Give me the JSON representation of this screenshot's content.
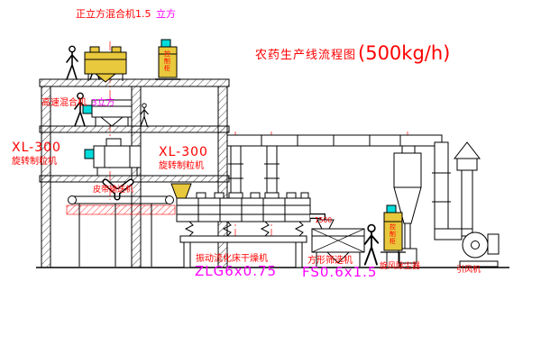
{
  "title": {
    "name": "农药生产线流程图",
    "capacity": "(500kg/h)"
  },
  "labels": {
    "top_mixer": {
      "red": "正立方混合机1.5",
      "magenta": "立方"
    },
    "high_speed_mixer": {
      "red": "高速混合机",
      "magenta": "3立方"
    },
    "granulator_left": {
      "model": "XL-300",
      "name": "旋转制粒机"
    },
    "granulator_mid": {
      "model": "XL-300",
      "name": "旋转制粒机"
    },
    "belt_conveyor": "皮带输送机",
    "dryer": {
      "name": "振动流化床干燥机",
      "model": "ZLG6x0.75"
    },
    "sifter": {
      "name": "方形筛选机",
      "model": "FS0.6x1.5",
      "dimension": "1500"
    },
    "cyclone": "旋风除尘器",
    "fan": "引风机",
    "cabinet_top": "控制柜",
    "cabinet_right": "控制柜"
  },
  "colors": {
    "label_red": "#ff0000",
    "label_magenta": "#ff00ff",
    "equipment_yellow": "#e8c83c",
    "accent_cyan": "#00dcdc",
    "line_black": "#000000"
  }
}
